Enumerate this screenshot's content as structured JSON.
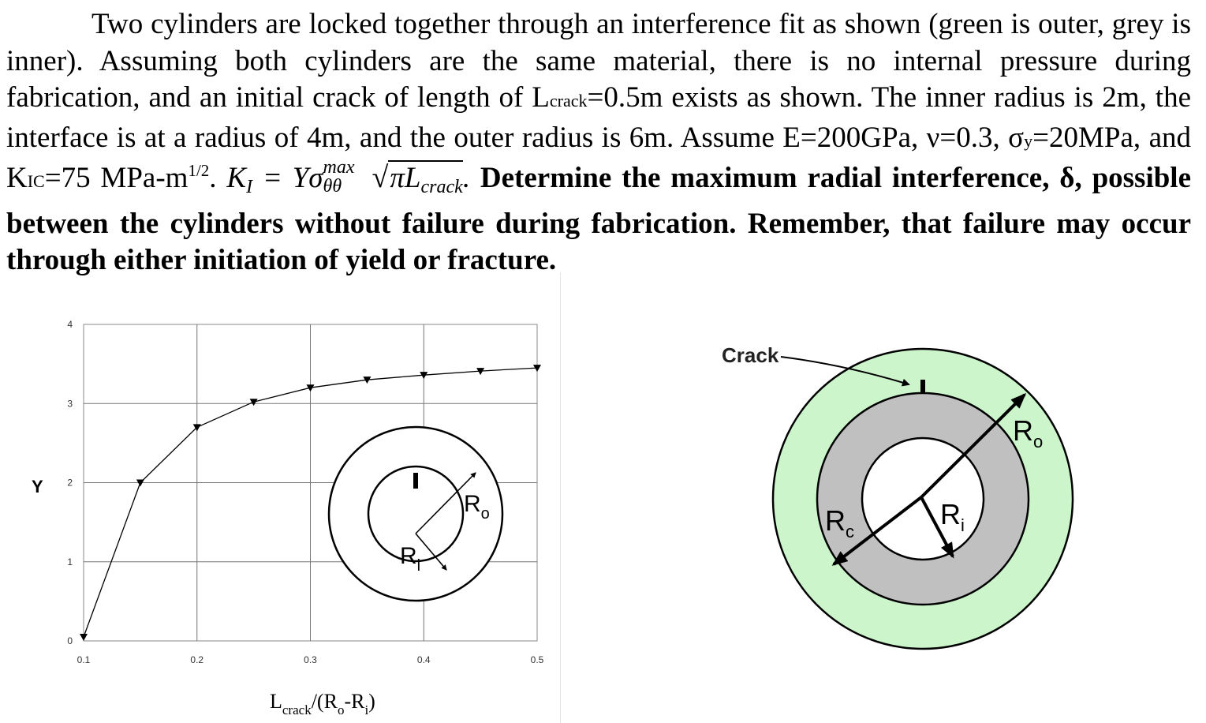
{
  "problem": {
    "p1": "Two cylinders are locked together through an interference fit as shown (green is outer, grey is inner). Assuming both cylinders are the same material, there is no internal pressure during fabrication, and an initial crack of length of L",
    "p1_sub": "crack",
    "p2": "=0.5m exists as shown. The inner radius is 2m, the interface is at a radius of 4m, and the outer radius is 6m. Assume E=200GPa, ν=0.3, σ",
    "p2_sub": "y",
    "p3": "=20MPa, and K",
    "p3_sub": "IC",
    "p4": "=75 MPa-m",
    "p4_sup": "1/2",
    "p5": ". ",
    "eq_k": "K",
    "eq_k_sub": "I",
    "eq_eq": " = Y",
    "eq_sigma": "σ",
    "eq_sigma_sub": "θθ",
    "eq_sigma_sup": "max",
    "eq_root": "√",
    "eq_pi_l": "πL",
    "eq_crack": "crack",
    "eq_end": ".",
    "bold": " Determine the maximum radial interference, δ, possible between the cylinders without failure during fabrication. Remember, that failure may occur through either initiation of yield or fracture."
  },
  "chart_data": {
    "type": "line",
    "series": [
      {
        "x": [
          0.1,
          0.15,
          0.2,
          0.25,
          0.3,
          0.35,
          0.4,
          0.45,
          0.5
        ],
        "y": [
          0.05,
          2.0,
          2.7,
          3.02,
          3.2,
          3.3,
          3.36,
          3.41,
          3.45
        ]
      }
    ],
    "xlim": [
      0.1,
      0.5
    ],
    "ylim": [
      0,
      4
    ],
    "xticks": [
      "0.1",
      "0.2",
      "0.3",
      "0.4",
      "0.5"
    ],
    "yticks": [
      "0",
      "1",
      "2",
      "3",
      "4"
    ],
    "ylabel": "Y",
    "xlabel": {
      "L": "L",
      "crack": "crack",
      "mid": "/(R",
      "o": "o",
      "dash": "-R",
      "i": "i",
      "close": ")"
    },
    "grid": true,
    "inset": {
      "ro": "R",
      "ro_sub": "o",
      "ri": "R",
      "ri_sub": "i"
    }
  },
  "diagram": {
    "crack": "Crack",
    "ro": "R",
    "ro_sub": "o",
    "rc": "R",
    "rc_sub": "c",
    "ri": "R",
    "ri_sub": "i",
    "colors": {
      "outer": "#ccf5cc",
      "inner": "#c0c0c0",
      "bore": "#ffffff"
    }
  }
}
